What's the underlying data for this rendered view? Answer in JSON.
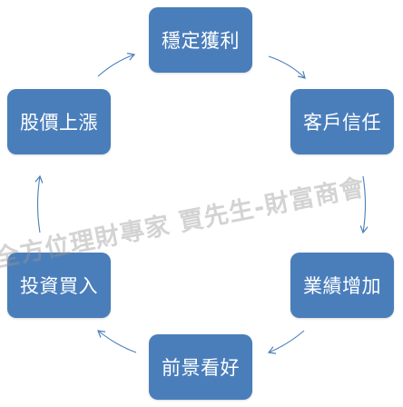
{
  "nodes": {
    "top": "穩定獲利",
    "right": "客戶信任",
    "right_bottom": "業績增加",
    "bottom": "前景看好",
    "left_bottom": "投資買入",
    "left": "股價上漲"
  },
  "watermark": "全方位理財專家 賈先生-財富商會",
  "colors": {
    "node_fill": "#4A7EBB",
    "arrow": "#4A7EBB"
  }
}
